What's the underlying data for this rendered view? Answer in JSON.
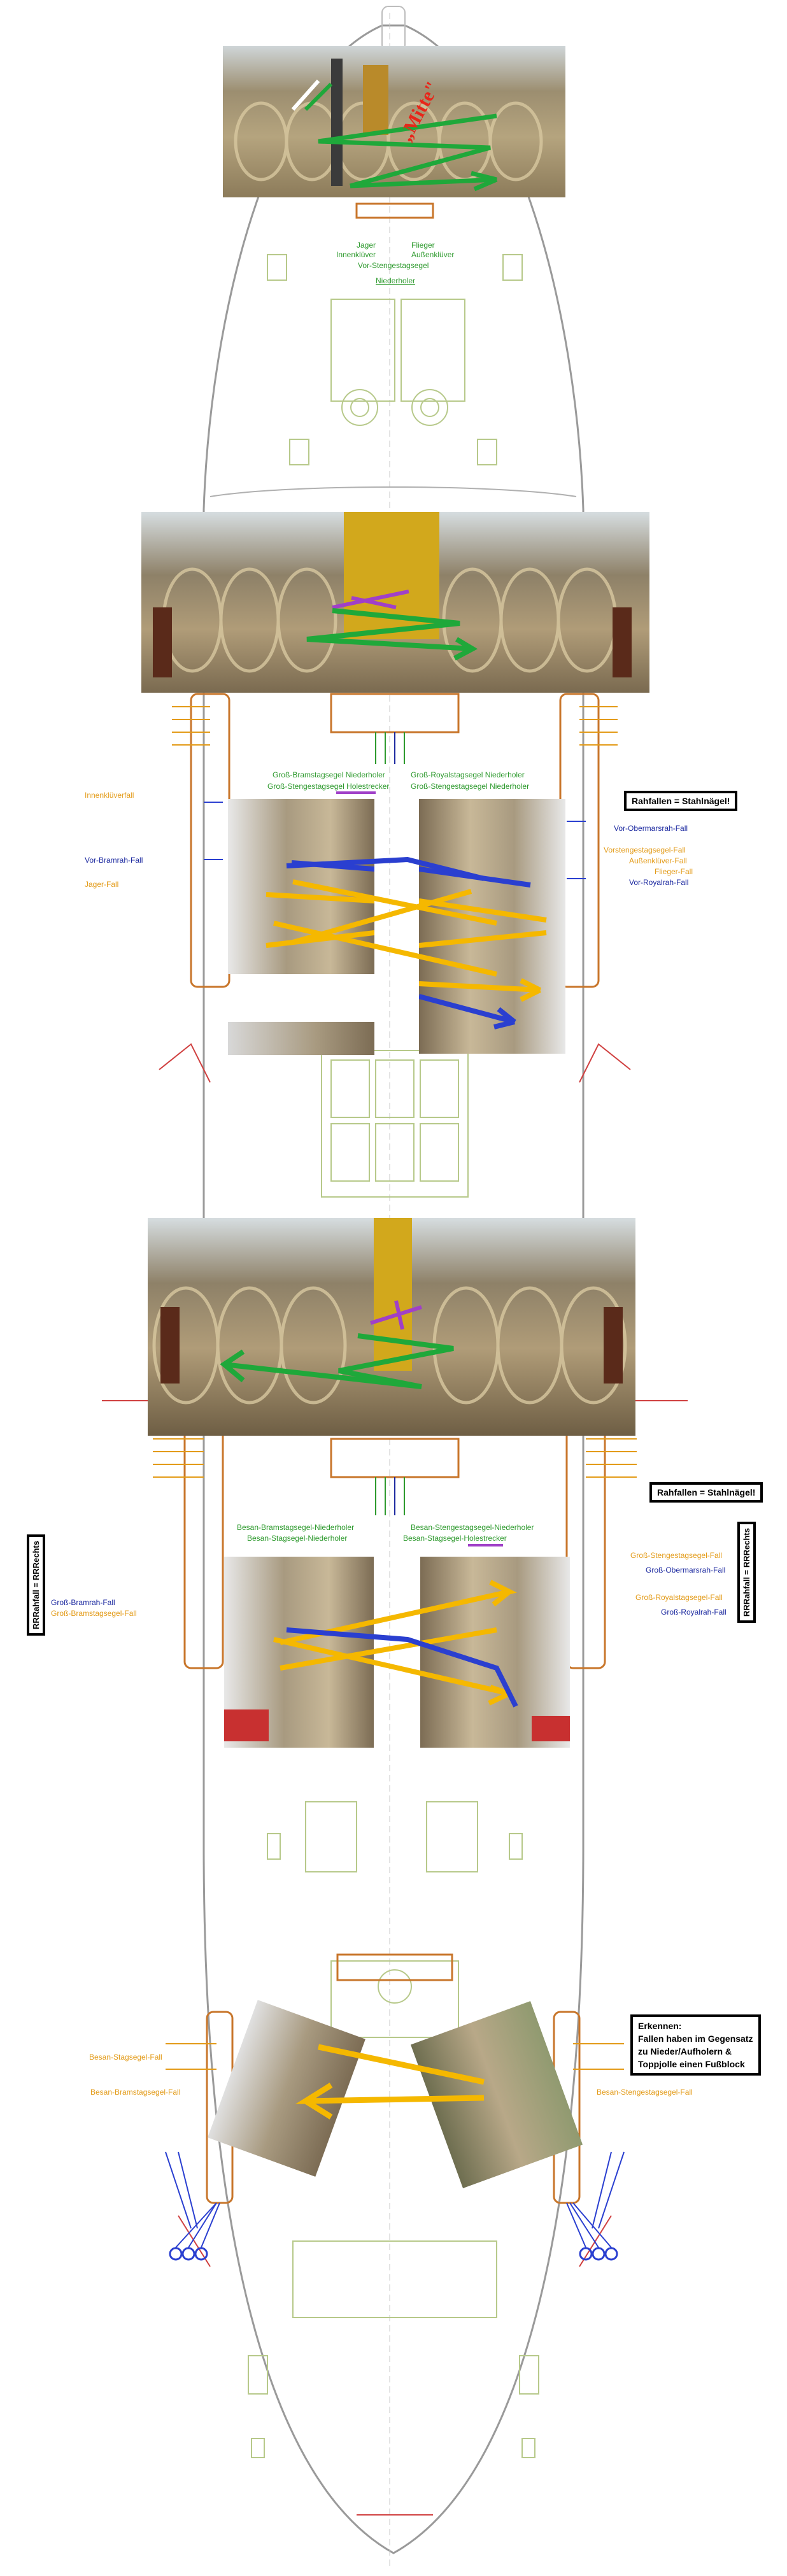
{
  "bow_section": {
    "photo_annotation": "„Mitte\"",
    "labels": [
      "Jager",
      "Flieger",
      "Innenklüver",
      "Außenklüver",
      "Vor-Stengestagsegel",
      "Niederholer"
    ]
  },
  "fore_mast": {
    "center_labels": [
      "Groß-Bramstagsegel Niederholer",
      "Groß-Royalstagsegel Niederholer",
      "Groß-Stengestagsegel Holestrecker",
      "Groß-Stengestagsegel Niederholer"
    ],
    "left_labels": [
      "Innenklüverfall",
      "Vor-Bramrah-Fall",
      "Jager-Fall"
    ],
    "right_labels": [
      "Vor-Obermarsrah-Fall",
      "Vorstengestagsegel-Fall",
      "Außenklüver-Fall",
      "Flieger-Fall",
      "Vor-Royalrah-Fall"
    ],
    "note": "Rahfallen = Stahlnägel!"
  },
  "main_mast": {
    "center_labels": [
      "Besan-Bramstagsegel-Niederholer",
      "Besan-Stagsegel-Niederholer",
      "Besan-Stengestagsegel-Niederholer",
      "Besan-Stagsegel-Holestrecker"
    ],
    "left_labels": [
      "Groß-Bramrah-Fall",
      "Groß-Bramstagsegel-Fall"
    ],
    "right_labels": [
      "Groß-Stengestagsegel-Fall",
      "Groß-Obermarsrah-Fall",
      "Groß-Royalstagsegel-Fall",
      "Groß-Royalrah-Fall"
    ],
    "note": "Rahfallen = Stahlnägel!",
    "side_note_left": "RRRahfall = RRRechts",
    "side_note_right": "RRRahfall = RRRechts"
  },
  "mizzen": {
    "left_labels": [
      "Besan-Stagsegel-Fall",
      "Besan-Bramstagsegel-Fall"
    ],
    "right_labels": [
      "Besan-Stengestagsegel-Fall"
    ],
    "note_lines": [
      "Erkennen:",
      "Fallen haben im Gegensatz",
      "zu Nieder/Aufholern &",
      "Toppjolle einen Fußblock"
    ]
  },
  "colors": {
    "green_label": "#2e9a2e",
    "orange_label": "#e39b18",
    "blue_label": "#1d2aa0",
    "arrow_green": "#1fa83a",
    "arrow_yellow": "#f5b800",
    "arrow_blue": "#2a3fd0",
    "arrow_purple": "#a040c8",
    "hull_outline": "#9a9a9a",
    "deck_detail": "#b7c98a",
    "belaying_pin": "#c8762b"
  }
}
